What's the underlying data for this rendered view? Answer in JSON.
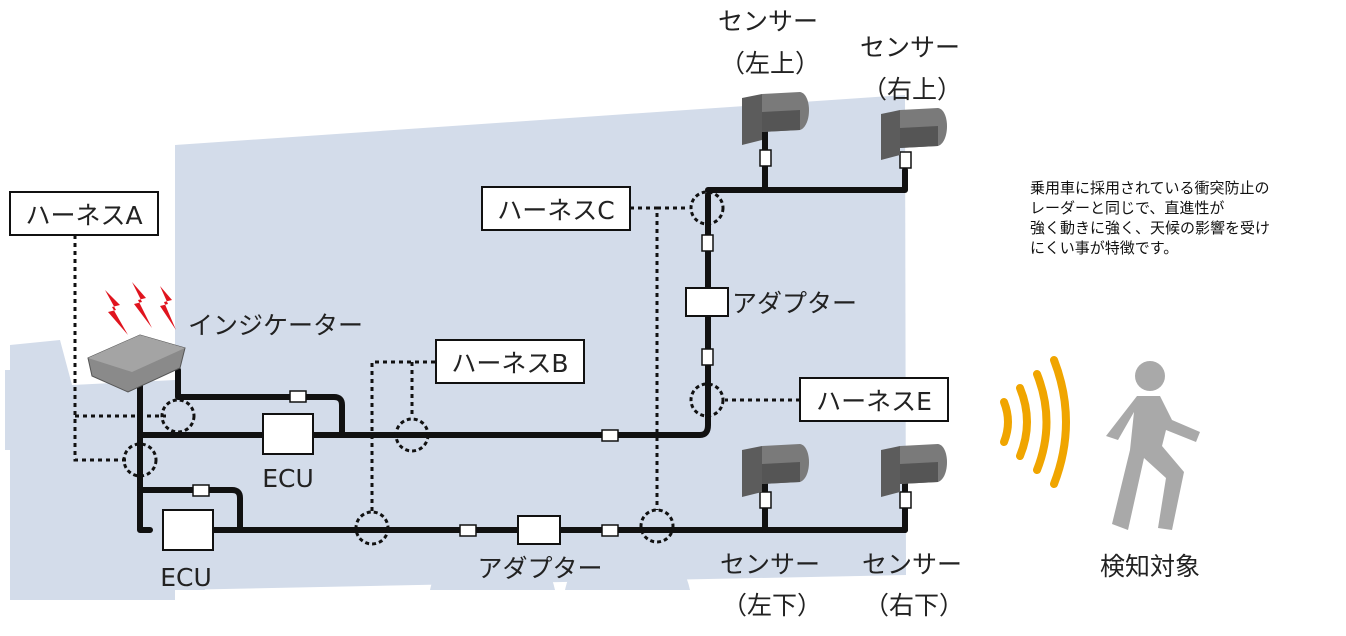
{
  "harness_labels": {
    "a": "ハーネスA",
    "b": "ハーネスB",
    "c": "ハーネスC",
    "e": "ハーネスE"
  },
  "indicator_label": "インジケーター",
  "ecu_labels": {
    "upper": "ECU",
    "lower": "ECU"
  },
  "adapter_labels": {
    "vertical": "アダプター",
    "bottom": "アダプター"
  },
  "sensors": {
    "top_left": {
      "line1": "センサー",
      "line2": "（左上）"
    },
    "top_right": {
      "line1": "センサー",
      "line2": "（右上）"
    },
    "bottom_left": {
      "line1": "センサー",
      "line2": "（左下）"
    },
    "bottom_right": {
      "line1": "センサー",
      "line2": "（右下）"
    }
  },
  "target_label": "検知対象",
  "note_lines": [
    "乗用車に採用されている衝突防止の",
    "レーダーと同じで、直進性が",
    "強く動きに強く、天候の影響を受け",
    "にくい事が特徴です。"
  ],
  "colors": {
    "truck_body": "#d3dcea",
    "cable": "#111111",
    "indicator_alert": "#e0141e",
    "radar_waves": "#f0a500",
    "target_figure": "#a9a9a9",
    "sensor": "#6f6f6f"
  }
}
